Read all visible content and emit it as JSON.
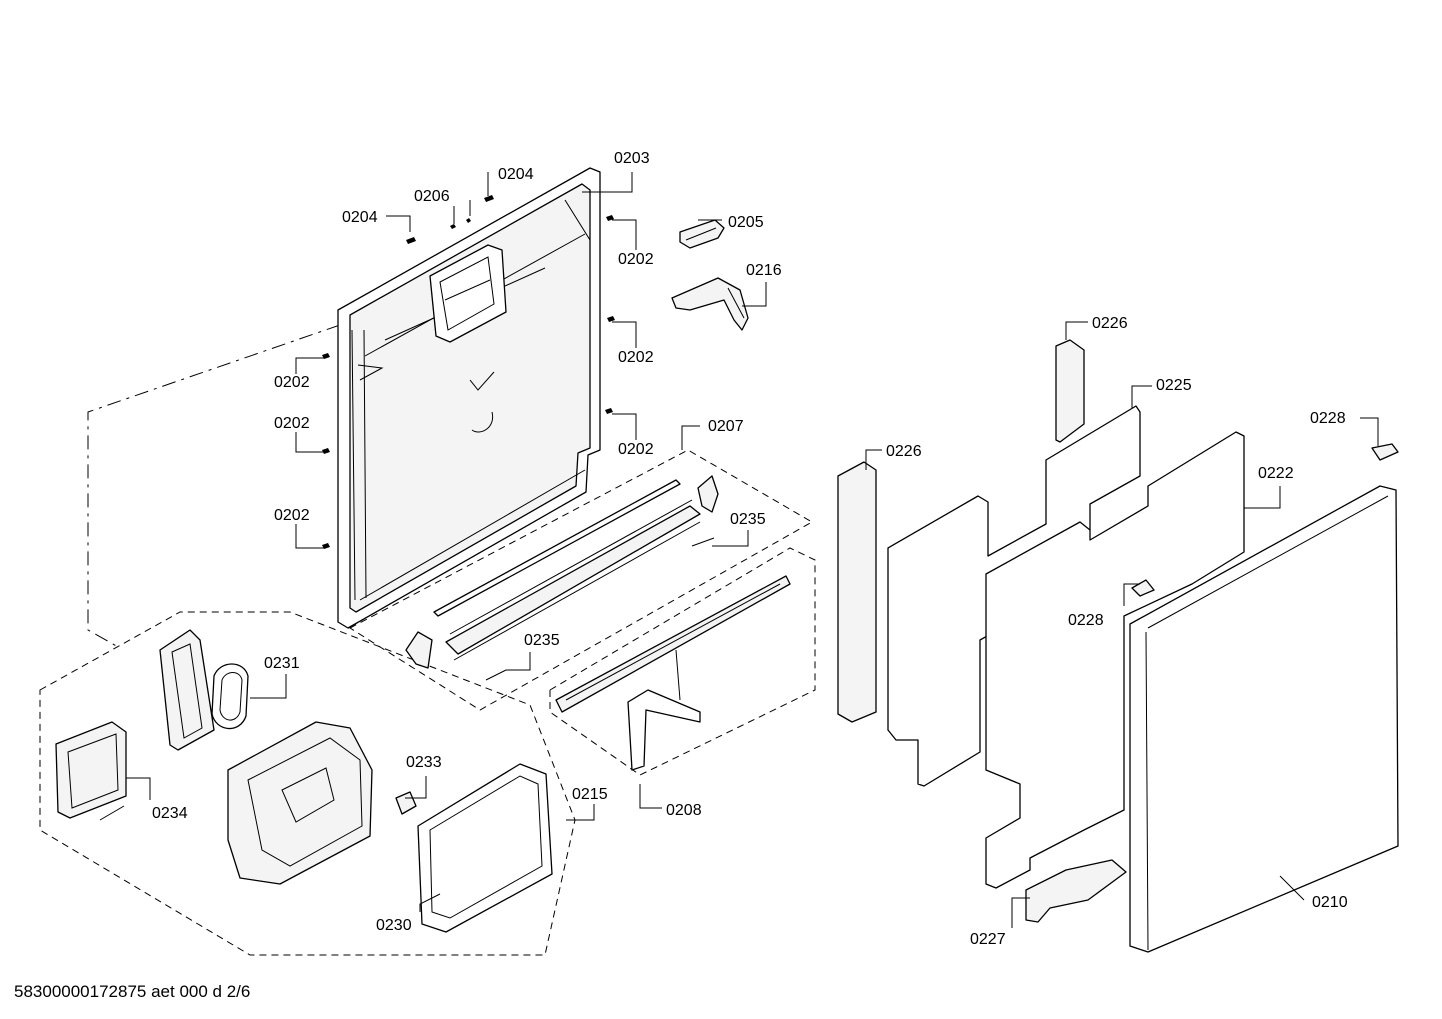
{
  "diagram": {
    "footer_text": "58300000172875 aet 000 d 2/6",
    "labels": {
      "l0203": "0203",
      "l0204a": "0204",
      "l0204b": "0204",
      "l0206": "0206",
      "l0205": "0205",
      "l0216": "0216",
      "l0202a": "0202",
      "l0202b": "0202",
      "l0202c": "0202",
      "l0202d": "0202",
      "l0202e": "0202",
      "l0202f": "0202",
      "l0207": "0207",
      "l0235a": "0235",
      "l0235b": "0235",
      "l0231": "0231",
      "l0233": "0233",
      "l0234": "0234",
      "l0215": "0215",
      "l0208": "0208",
      "l0230": "0230",
      "l0226a": "0226",
      "l0226b": "0226",
      "l0225": "0225",
      "l0228a": "0228",
      "l0228b": "0228",
      "l0222": "0222",
      "l0227": "0227",
      "l0210": "0210"
    }
  }
}
